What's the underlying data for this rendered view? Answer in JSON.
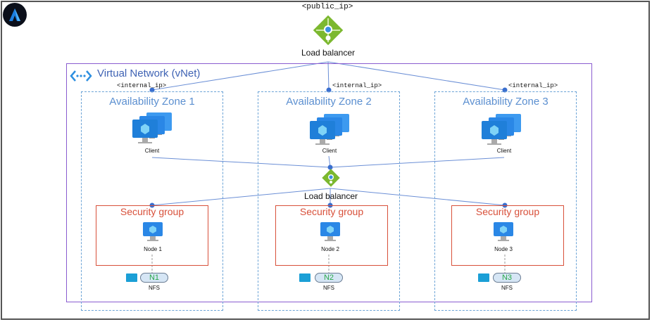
{
  "diagram": {
    "top": {
      "public_ip_label": "<public_ip>",
      "load_balancer_label": "Load balancer",
      "load_balancer_icon": "load-balancer-icon"
    },
    "vnet": {
      "title": "Virtual Network (vNet)",
      "icon": "vnet-icon"
    },
    "internal_load_balancer": {
      "label": "Load balancer",
      "icon": "load-balancer-icon"
    },
    "zones": [
      {
        "title": "Availability Zone 1",
        "ip_label": "<internal_ip>",
        "client_label": "Client",
        "security_group_label": "Security group",
        "node_label": "Node 1",
        "disk_label": "N1",
        "storage_label": "NFS"
      },
      {
        "title": "Availability Zone 2",
        "ip_label": "<internal_ip>",
        "client_label": "Client",
        "security_group_label": "Security group",
        "node_label": "Node 2",
        "disk_label": "N2",
        "storage_label": "NFS"
      },
      {
        "title": "Availability Zone 3",
        "ip_label": "<internal_ip>",
        "client_label": "Client",
        "security_group_label": "Security group",
        "node_label": "Node 3",
        "disk_label": "N3",
        "storage_label": "NFS"
      }
    ],
    "colors": {
      "vnet_border": "#8a5cd0",
      "zone_border": "#6ba3d6",
      "security_group": "#d8503a",
      "connector": "#6b8fd6",
      "node_dot": "#3a6fcf",
      "lb_green": "#7cb82f",
      "vm_blue": "#1f7fd9",
      "disk_text": "#2aa84a"
    }
  }
}
